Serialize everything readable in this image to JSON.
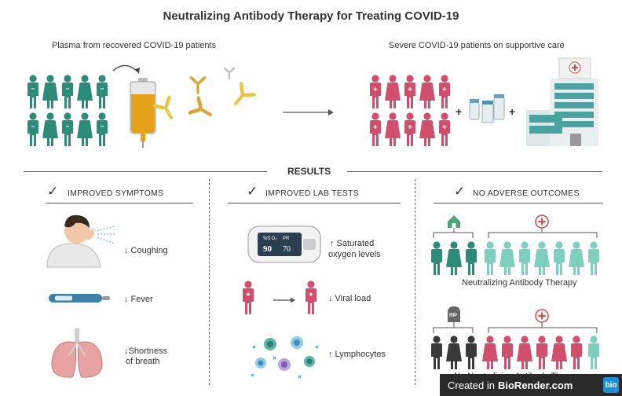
{
  "title": "Neutralizing Antibody Therapy for Treating COVID-19",
  "top": {
    "left_label": "Plasma from recovered COVID-19 patients",
    "right_label": "Severe COVID-19 patients on supportive care",
    "plus": "+"
  },
  "results": {
    "heading": "RESULTS",
    "col1": {
      "header": "IMPROVED SYMPTOMS",
      "items": [
        "↓ Coughing",
        "↓ Fever",
        "↓Shortness",
        "of breath"
      ]
    },
    "col2": {
      "header": "IMPROVED LAB TESTS",
      "oximeter_spo2": "90",
      "oximeter_pr": "70",
      "oximeter_spo2_label": "%S O₂",
      "oximeter_pr_label": "PR",
      "items": [
        "↑ Saturated",
        "oxygen levels",
        "↓ Viral load",
        "↑ Lymphocytes"
      ]
    },
    "col3": {
      "header": "NO ADVERSE OUTCOMES",
      "group1_label": "Neutralizing Antibody Therapy",
      "group2_label": "No Neutralizing Antibody Therapy",
      "rip": "RIP"
    }
  },
  "check_glyph": "✓",
  "colors": {
    "recovered": "#2e8b7a",
    "patient": "#cf4f6d",
    "light_teal": "#7fcfc0",
    "dark": "#3a3a3a",
    "plasma": "#e3a21a"
  },
  "watermark": {
    "text": "Created in",
    "brand": "BioRender.com",
    "logo": "bio"
  }
}
